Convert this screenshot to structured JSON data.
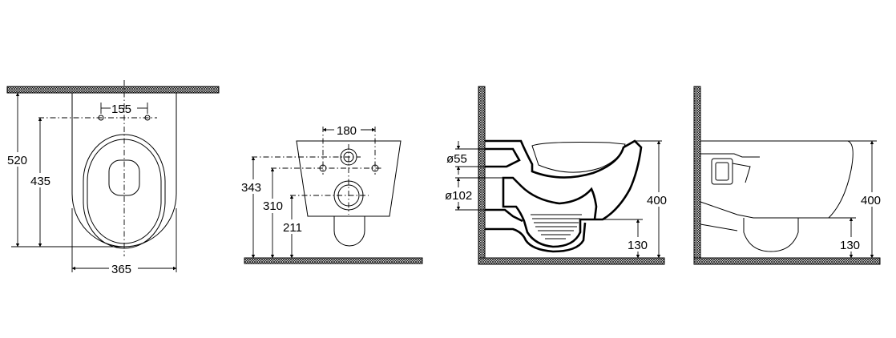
{
  "views": {
    "top": {
      "dim_width": "365",
      "dim_depth": "520",
      "dim_seat": "435",
      "dim_fixing": "155"
    },
    "front": {
      "dim_fixing": "180",
      "dim_343": "343",
      "dim_310": "310",
      "dim_211": "211"
    },
    "section": {
      "dim_inlet": "ø55",
      "dim_outlet": "ø102",
      "dim_height": "400",
      "dim_floor": "130"
    },
    "side": {
      "dim_height": "400",
      "dim_floor": "130"
    }
  }
}
